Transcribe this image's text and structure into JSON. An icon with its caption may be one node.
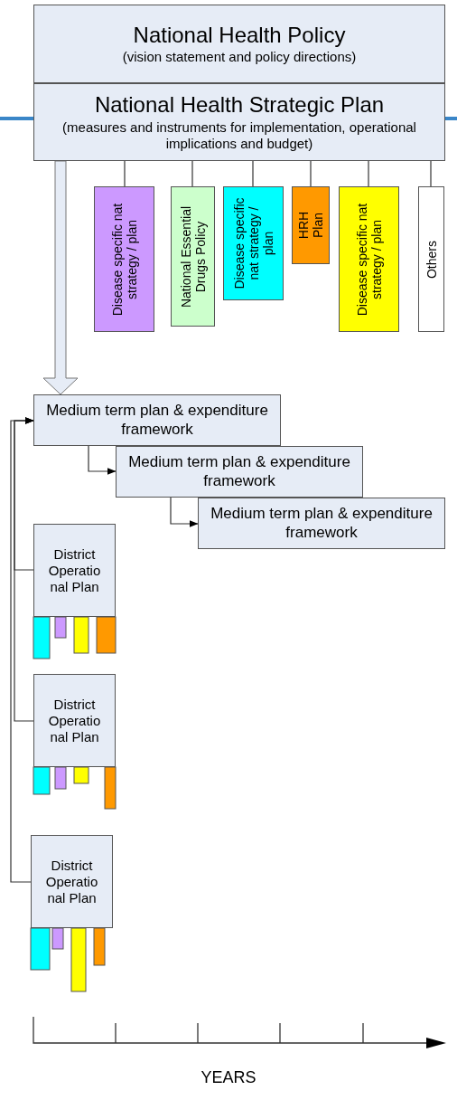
{
  "diagram": {
    "nodes": [
      {
        "text": [
          "National Health Policy",
          "(vision statement and policy directions)"
        ]
      },
      {
        "text": [
          "National Health Strategic Plan",
          "(measures and instruments for implementation, operational implications and budget)"
        ]
      },
      {
        "text": [
          "Disease specific nat strategy / plan"
        ]
      },
      {
        "text": [
          "National Essential Drugs Policy"
        ]
      },
      {
        "text": [
          "Disease specific nat strategy / plan"
        ]
      },
      {
        "text": [
          "HRH Plan"
        ]
      },
      {
        "text": [
          "Disease specific nat strategy / plan"
        ]
      },
      {
        "text": [
          "Others"
        ]
      },
      {
        "text": [
          "Medium term plan & expenditure framework"
        ]
      },
      {
        "text": [
          "Medium term plan & expenditure framework"
        ]
      },
      {
        "text": [
          "Medium term plan & expenditure framework"
        ]
      },
      {
        "text": [
          "District Operational Plan"
        ]
      },
      {
        "text": [
          "District Operational Plan"
        ]
      },
      {
        "text": [
          "District Operational Plan"
        ]
      }
    ],
    "edges": [
      {
        "from": 1,
        "to": 2,
        "arrow": "none"
      },
      {
        "from": 1,
        "to": 3,
        "arrow": "none"
      },
      {
        "from": 1,
        "to": 4,
        "arrow": "none"
      },
      {
        "from": 1,
        "to": 5,
        "arrow": "none"
      },
      {
        "from": 1,
        "to": 6,
        "arrow": "none"
      },
      {
        "from": 1,
        "to": 7,
        "arrow": "none"
      },
      {
        "from": 1,
        "to": 8,
        "arrow": "to",
        "style": "thick"
      },
      {
        "from": 8,
        "to": 9,
        "arrow": "to"
      },
      {
        "from": 9,
        "to": 10,
        "arrow": "to"
      },
      {
        "from": 11,
        "to": 8,
        "arrow": "to"
      },
      {
        "from": 12,
        "to": 8,
        "arrow": "to"
      },
      {
        "from": 13,
        "to": 8,
        "arrow": "to"
      }
    ],
    "labels": [
      "YEARS"
    ]
  }
}
